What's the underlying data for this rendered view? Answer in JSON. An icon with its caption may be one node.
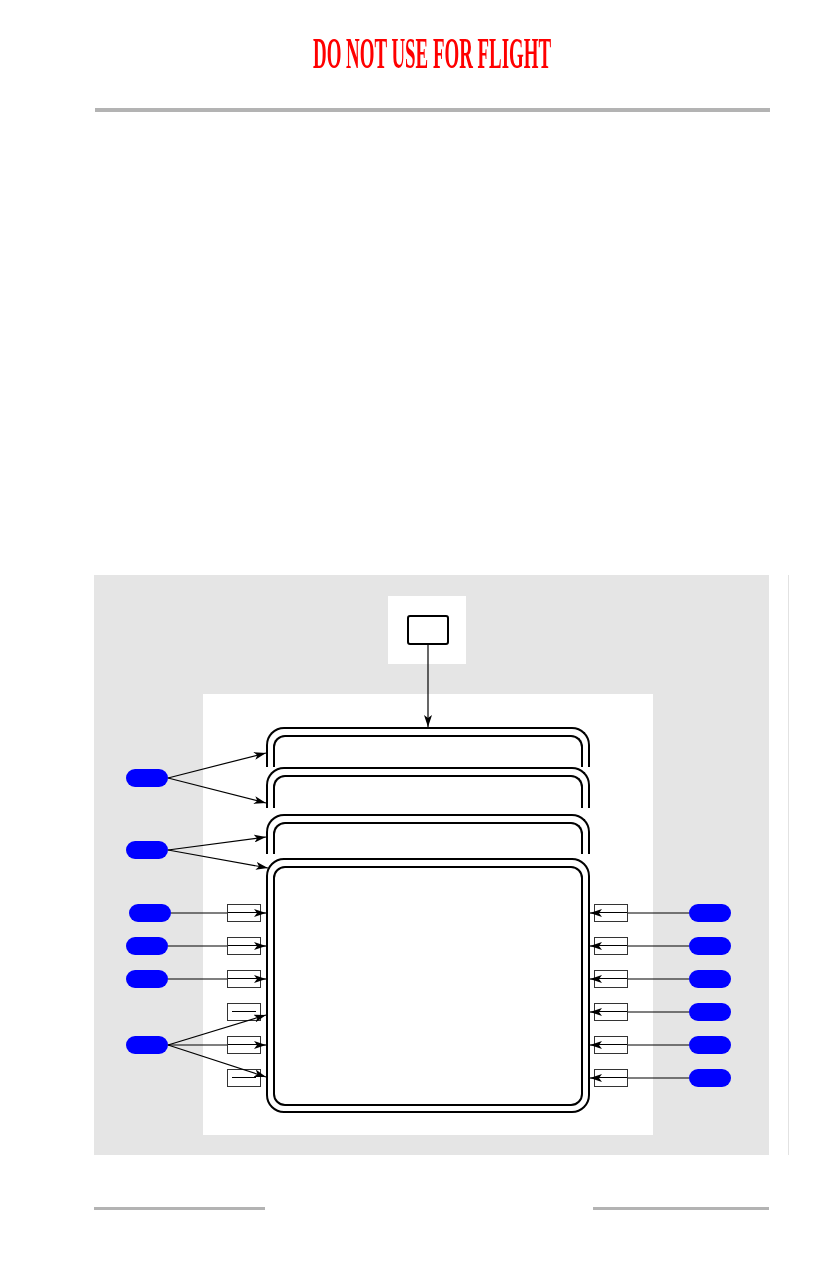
{
  "diagram": {
    "title": "DO NOT USE FOR FLIGHT",
    "nodes": [
      {
        "text": [],
        "shape": "box"
      },
      {
        "text": [],
        "shape": "box"
      },
      {
        "text": [],
        "shape": "box"
      },
      {
        "text": [],
        "shape": "box"
      },
      {
        "text": [],
        "shape": "box"
      },
      {
        "text": [],
        "shape": "oval"
      },
      {
        "text": [],
        "shape": "oval"
      },
      {
        "text": [],
        "shape": "oval"
      },
      {
        "text": [],
        "shape": "oval"
      },
      {
        "text": [],
        "shape": "oval"
      },
      {
        "text": [],
        "shape": "oval"
      },
      {
        "text": [],
        "shape": "box"
      },
      {
        "text": [],
        "shape": "box"
      },
      {
        "text": [],
        "shape": "box"
      },
      {
        "text": [],
        "shape": "box"
      },
      {
        "text": [],
        "shape": "box"
      },
      {
        "text": [],
        "shape": "box"
      },
      {
        "text": [],
        "shape": "box"
      },
      {
        "text": [],
        "shape": "box"
      },
      {
        "text": [],
        "shape": "box"
      },
      {
        "text": [],
        "shape": "box"
      },
      {
        "text": [],
        "shape": "box"
      },
      {
        "text": [],
        "shape": "box"
      },
      {
        "text": [],
        "shape": "oval"
      },
      {
        "text": [],
        "shape": "oval"
      },
      {
        "text": [],
        "shape": "oval"
      },
      {
        "text": [],
        "shape": "oval"
      },
      {
        "text": [],
        "shape": "oval"
      },
      {
        "text": [],
        "shape": "oval"
      }
    ],
    "edges": [
      {
        "from": 0,
        "to": 1,
        "arrow": "to"
      },
      {
        "from": 5,
        "to": 1,
        "arrow": "to"
      },
      {
        "from": 5,
        "to": 2,
        "arrow": "to"
      },
      {
        "from": 6,
        "to": 3,
        "arrow": "to"
      },
      {
        "from": 6,
        "to": 4,
        "arrow": "to"
      },
      {
        "from": 7,
        "to": 11,
        "arrow": "none"
      },
      {
        "from": 11,
        "to": 4,
        "arrow": "to"
      },
      {
        "from": 8,
        "to": 12,
        "arrow": "none"
      },
      {
        "from": 12,
        "to": 4,
        "arrow": "to"
      },
      {
        "from": 9,
        "to": 13,
        "arrow": "none"
      },
      {
        "from": 13,
        "to": 4,
        "arrow": "to"
      },
      {
        "from": 10,
        "to": 4,
        "arrow": "to"
      },
      {
        "from": 10,
        "to": 15,
        "arrow": "none"
      },
      {
        "from": 15,
        "to": 4,
        "arrow": "to"
      },
      {
        "from": 10,
        "to": 4,
        "arrow": "to"
      },
      {
        "from": 23,
        "to": 17,
        "arrow": "none"
      },
      {
        "from": 17,
        "to": 4,
        "arrow": "to"
      },
      {
        "from": 24,
        "to": 18,
        "arrow": "none"
      },
      {
        "from": 18,
        "to": 4,
        "arrow": "to"
      },
      {
        "from": 25,
        "to": 19,
        "arrow": "none"
      },
      {
        "from": 19,
        "to": 4,
        "arrow": "to"
      },
      {
        "from": 26,
        "to": 20,
        "arrow": "none"
      },
      {
        "from": 20,
        "to": 4,
        "arrow": "to"
      },
      {
        "from": 27,
        "to": 21,
        "arrow": "none"
      },
      {
        "from": 21,
        "to": 4,
        "arrow": "to"
      },
      {
        "from": 28,
        "to": 22,
        "arrow": "none"
      },
      {
        "from": 22,
        "to": 4,
        "arrow": "to"
      }
    ]
  }
}
